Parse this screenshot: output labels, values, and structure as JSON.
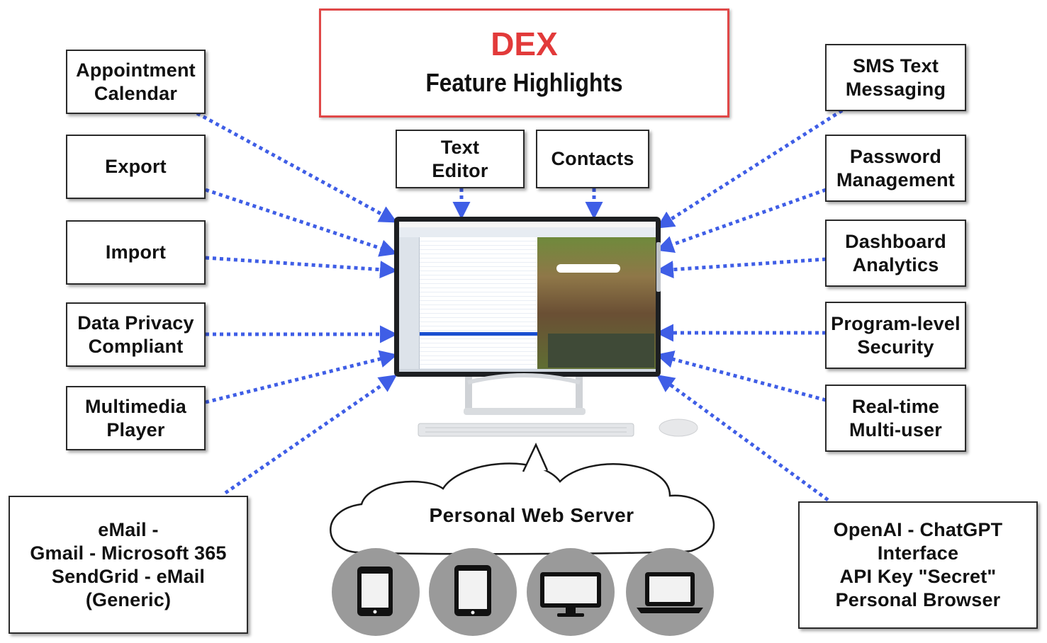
{
  "title": {
    "main": "DEX",
    "sub": "Feature Highlights"
  },
  "features": {
    "appointment_calendar": "Appointment\nCalendar",
    "export": "Export",
    "import": "Import",
    "data_privacy": "Data Privacy\nCompliant",
    "multimedia_player": "Multimedia\nPlayer",
    "email": "eMail -\nGmail - Microsoft 365\nSendGrid - eMail (Generic)",
    "text_editor": "Text\nEditor",
    "contacts": "Contacts",
    "sms": "SMS Text\nMessaging",
    "password": "Password\nManagement",
    "dashboard": "Dashboard\nAnalytics",
    "security": "Program-level\nSecurity",
    "multiuser": "Real-time\nMulti-user",
    "openai": "OpenAI - ChatGPT\nInterface\nAPI Key \"Secret\"\nPersonal Browser"
  },
  "cloud": {
    "label": "Personal Web Server"
  },
  "devices": [
    "phone-icon",
    "tablet-icon",
    "monitor-icon",
    "laptop-icon"
  ],
  "colors": {
    "title_border": "#e04848",
    "title_text": "#e23a3a",
    "arrow": "#3f5ee6",
    "device_circle": "#9a9a9a"
  }
}
